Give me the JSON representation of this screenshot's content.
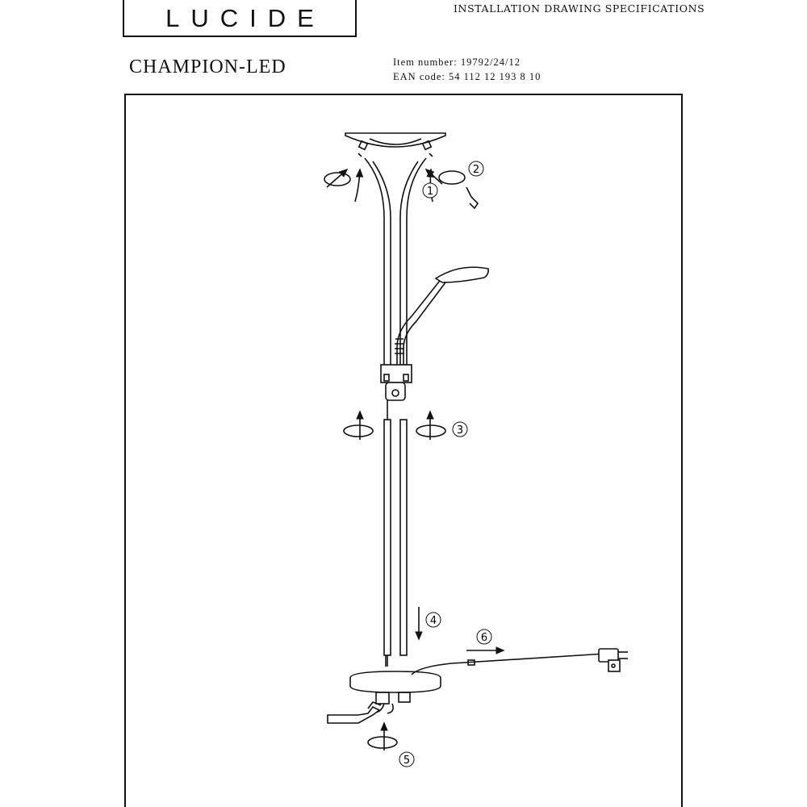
{
  "header": {
    "brand": "LUCIDE",
    "doc_title": "INSTALLATION DRAWING SPECIFICATIONS",
    "product_name": "CHAMPION-LED",
    "item_number": "Item number: 19792/24/12",
    "ean_code": "EAN code: 54 112 12 193 8 10"
  },
  "steps": [
    {
      "label": "1"
    },
    {
      "label": "2"
    },
    {
      "label": "3"
    },
    {
      "label": "4"
    },
    {
      "label": "5"
    },
    {
      "label": "6"
    }
  ]
}
